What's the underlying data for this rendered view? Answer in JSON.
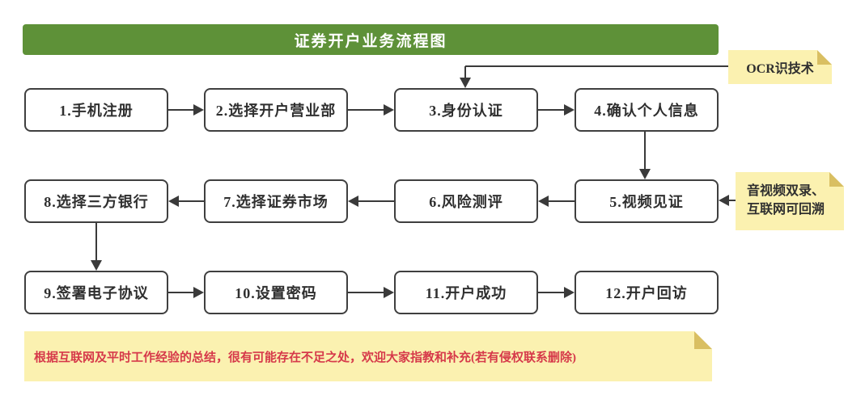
{
  "title": {
    "text": "证券开户业务流程图",
    "bg_color": "#5e9138",
    "text_color": "#ffffff"
  },
  "flow": {
    "boxes": [
      "1.手机注册",
      "2.选择开户营业部",
      "3.身份认证",
      "4.确认个人信息",
      "5.视频见证",
      "6.风险测评",
      "7.选择证券市场",
      "8.选择三方银行",
      "9.签署电子协议",
      "10.设置密码",
      "11.开户成功",
      "12.开户回访"
    ]
  },
  "notes": {
    "ocr": "OCR识技术",
    "av_line1": "音视频双录、",
    "av_line2": "互联网可回溯",
    "disclaimer": "根据互联网及平时工作经验的总结，很有可能存在不足之处，欢迎大家指教和补充(若有侵权联系删除)"
  },
  "colors": {
    "line": "#3a3a3a",
    "note_bg": "#fbf1b0",
    "note_fold": "#d9bf62",
    "disclaimer_text": "#d6394a",
    "box_border": "#3f3f3f"
  }
}
